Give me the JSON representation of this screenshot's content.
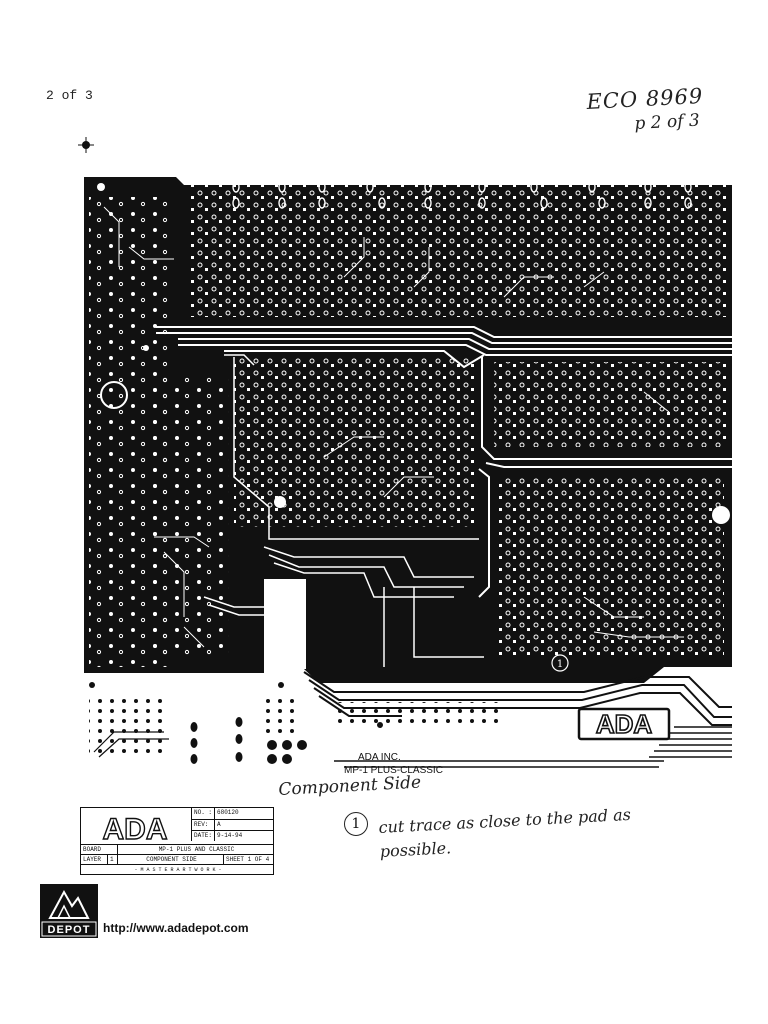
{
  "page_number": "2 of 3",
  "handwritten": {
    "eco_number": "ECO 8969",
    "eco_page": "p 2 of 3",
    "component_side": "Component Side",
    "note_marker": "1",
    "note_text": "cut trace as close to the pad as possible."
  },
  "pcb": {
    "company": "ADA INC.",
    "model": "MP-1 PLUS-CLASSIC",
    "logo_text": "ADA",
    "callout_marker": "1"
  },
  "title_block": {
    "logo_text": "ADA",
    "no_label": "NO. :",
    "no_value": "680120",
    "rev_label": "REV:",
    "rev_value": "A",
    "date_label": "DATE:",
    "date_value": "9-14-94",
    "board_label": "BOARD",
    "board_value": "MP-1 PLUS AND CLASSIC",
    "layer_label": "LAYER",
    "layer_value": "1",
    "side_value": "COMPONENT SIDE",
    "sheet_value": "SHEET 1 OF 4",
    "footer": "- M A S T E R   A R T W O R K -"
  },
  "footer": {
    "depot_logo_text": "DEPOT",
    "website": "http://www.adadepot.com"
  },
  "colors": {
    "ink": "#111111",
    "paper": "#ffffff"
  }
}
